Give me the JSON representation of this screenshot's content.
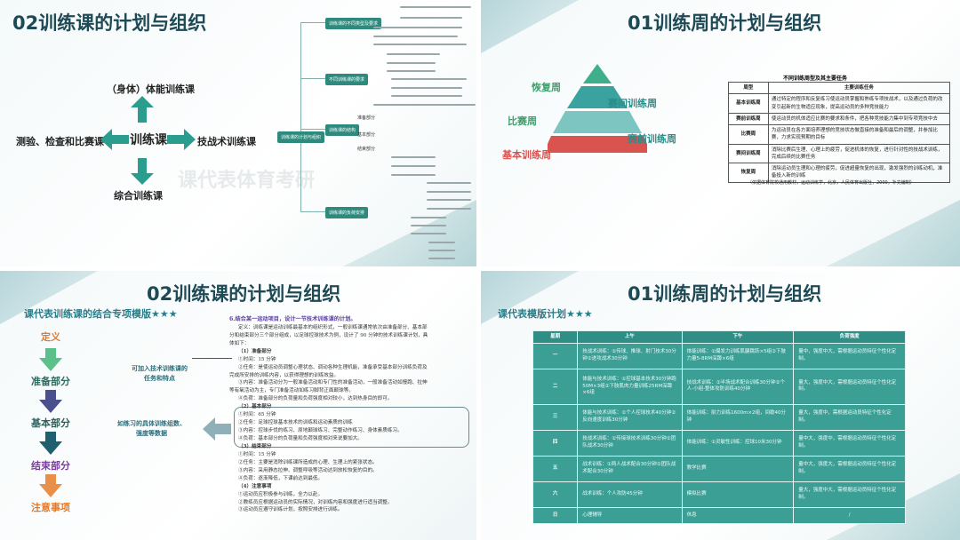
{
  "slide1": {
    "title": "02训练课的计划与组织",
    "center": "训练课",
    "top": "（身体）体能训练课",
    "left": "测验、检查和比赛课",
    "right": "技战术训练课",
    "bottom": "综合训练课",
    "watermark": "课代表体育考研",
    "mindmap": {
      "root": "训练课的计划与组织",
      "branches": [
        "训练课的不同类型及要求",
        "不同训练课的要求",
        "训练课的结构",
        "训练课的负荷安排"
      ],
      "leaves": [
        "准备部分",
        "基本部分",
        "结束部分"
      ]
    },
    "colors": {
      "accent": "#2f8a7e",
      "arrow": "#2a9d8f"
    }
  },
  "slide2": {
    "title": "01训练周的计划与组织",
    "pyramid": [
      "恢复周",
      "赛间训练周",
      "比赛周",
      "赛前训练周",
      "基本训练周"
    ],
    "table": {
      "caption": "不同训练周型及其主要任务",
      "headers": [
        "周型",
        "主要训练任务"
      ],
      "rows": [
        [
          "基本训练周",
          "通过特定的程序和反复练习使运动员掌握和熟练专项技战术，以及通过负荷的改变引起新的生物适应现象，提高运动员的多种竞技能力"
        ],
        [
          "赛前训练周",
          "使运动员的机体适应比赛的要求和条件，把各种竞技能力集中到专项竞技中去"
        ],
        [
          "比赛周",
          "为运动员在各方面培养理想的竞技状态做直接的准备和最后的调整，并参加比赛，力求实现预期的目标"
        ],
        [
          "赛间训练周",
          "消除比赛后生理、心理上的疲劳，促进机体的恢复，进行针对性的技战术训练，完成后续的比赛任务"
        ],
        [
          "恢复周",
          "消除运动员生理和心理的疲劳，促进超量恢复的出现，激发强烈的训练动机，准备投入新的训练"
        ]
      ],
      "source": "（依据体育院校通用教材，运动训练学，北京，人民体育出版社，2000，补充编制）"
    }
  },
  "slide3": {
    "title": "02训练课的计划与组织",
    "subtitle": "课代表训练课的结合专项模版★★★",
    "flow": [
      "定义",
      "准备部分",
      "基本部分",
      "结束部分",
      "注意事项"
    ],
    "notes": [
      "可加入技术训练课的",
      "任务和特点",
      "如练习的具体训练组数、",
      "强度等数据"
    ],
    "doc": [
      "6.结合某一运动项目，设计一节技术训练课的计划。",
      "定义：训练课是运动训练最基本的组织形式，一般训练课通常依次由准备部分、基本部",
      "分和结束部分三个部分组成，以足球控球技术为例，设计了 90 分钟的技术训练课计划，具",
      "体如下：",
      "（1）准备部分",
      "①时间：15 分钟",
      "②任务：是使运动员调整心理状态、调动各种生理机能，准备承受基本部分训练负荷及",
      "完成所安排的训练内容，以获得理想的训练效益。",
      "③内容：准备活动分为一般准备活动和专门性的准备活动，一般准备活动如慢跑、拉伸",
      "等有氧活动为主，专门准备活动如练习脚背正面颠球等。",
      "④负荷：准备部分的负荷量和负荷强度相对较小，达到热身目的即可。",
      "（2）基本部分",
      "①时间：65 分钟",
      "②任务：足球控球基本技术的训练和运动素质的训练",
      "③内容：控球步伐的练习、原地颠球练习、完整动作练习、身体素质练习。",
      "④负荷：基本部分的负荷量和负荷强度相对来说要加大。",
      "（3）结束部分",
      "①时间：15 分钟",
      "②任务：主要是消除训练课所造成的心理、生理上的紧张状态。",
      "③内容：采用静态拉伸、调整呼吸等活动达到放松恢复的目的。",
      "④负荷：逐渐降低，下课前达到最低。",
      "（4）注意事项",
      "①运动员应积极参与训练，全力以赴。",
      "②教练员应根据运动员的实际情况，对训练内容和强度进行适当调整。",
      "③运动员应遵守训练计划，按照安排进行训练。"
    ],
    "colors": {
      "define": "#e07a2e",
      "prep": "#2f6b5e",
      "basic": "#2f5e5a",
      "end": "#7a3f9e",
      "notes": "#e07a2e"
    }
  },
  "slide4": {
    "title": "01训练周的计划与组织",
    "subtitle": "课代表模版计划★★★",
    "table": {
      "headers": [
        "星期",
        "上午",
        "下午",
        "负荷强度"
      ],
      "rows": [
        [
          "一",
          "技战术训练：①传球、推球、射门技术30分钟②进攻战术30分钟",
          "体能训练：①爆发力训练肌腱跳跃×5组②下肢力量5-8RM深蹲×6组",
          "量中，强度中大，需根据运动员特征个性化定制。"
        ],
        [
          "二",
          "体能与技术训练：①控球基本技术30分钟跑50M×3组②下肢肌肉力量训练25RM深蹲×6组",
          "技战术训练：①半场战术配合训练30分钟②个人-小组-整体攻防训练40分钟",
          "量大，强度中大，需根据运动员特征个性化定制。"
        ],
        [
          "三",
          "体能与技术训练：①个人控球技术40分钟②反向速度训练30分钟",
          "体能训练：耐力训练1600m×2组，间歇40分钟",
          "量大，强度中，需根据运动员特征个性化定制。"
        ],
        [
          "四",
          "技战术训练：①传接球技术训练30分钟②团队战术30分钟",
          "体能训练：①灵敏性训练：控球10米30分钟",
          "量中大，强度中，需根据运动员特征个性化定制。"
        ],
        [
          "五",
          "战术训练：①两人战术配合30分钟②团队战术配合30分钟",
          "教学比赛",
          "量中大，强度大，需根据运动员特征个性化定制。"
        ],
        [
          "六",
          "战术训练：个人攻防45分钟",
          "模拟比赛",
          "量大，强度中大，需根据运动员特征个性化定制。"
        ],
        [
          "日",
          "心理辅导",
          "休息",
          "/"
        ]
      ]
    },
    "colors": {
      "table": "#3c9f96"
    }
  }
}
